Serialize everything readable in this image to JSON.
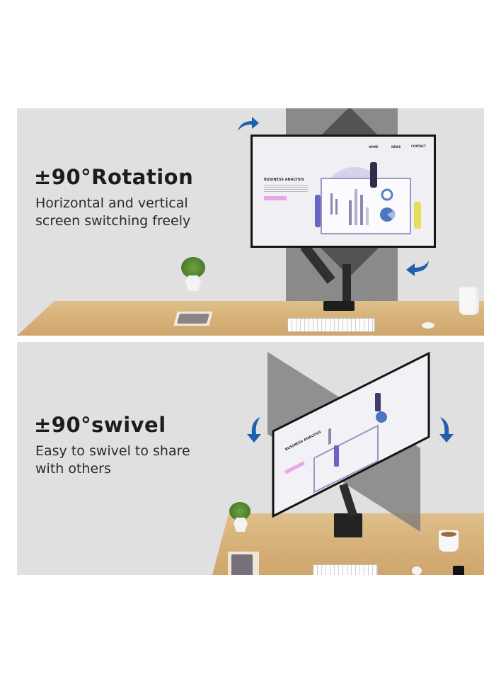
{
  "panels": [
    {
      "title": "±90°Rotation",
      "description_lines": [
        "Horizontal and vertical",
        "screen switching freely"
      ],
      "screen": {
        "nav": [
          "HOME",
          "NEWS",
          "CONTACT"
        ],
        "heading": "BUSINESS ANALYSIS",
        "button_color": "#e8a6e6"
      },
      "arrows": [
        "curved-arrow-up-right",
        "curved-arrow-left"
      ]
    },
    {
      "title": "±90°swivel",
      "description_lines": [
        "Easy to swivel to share",
        "with others"
      ],
      "screen": {
        "heading": "BUSINESS ANALYSIS"
      },
      "arrows": [
        "curved-arrow-down-left",
        "curved-arrow-down-right"
      ]
    }
  ],
  "colors": {
    "background": "#e0e0e0",
    "arrow": "#1f5fae",
    "desk": "#d8b47d",
    "monitor_frame": "#151515"
  }
}
